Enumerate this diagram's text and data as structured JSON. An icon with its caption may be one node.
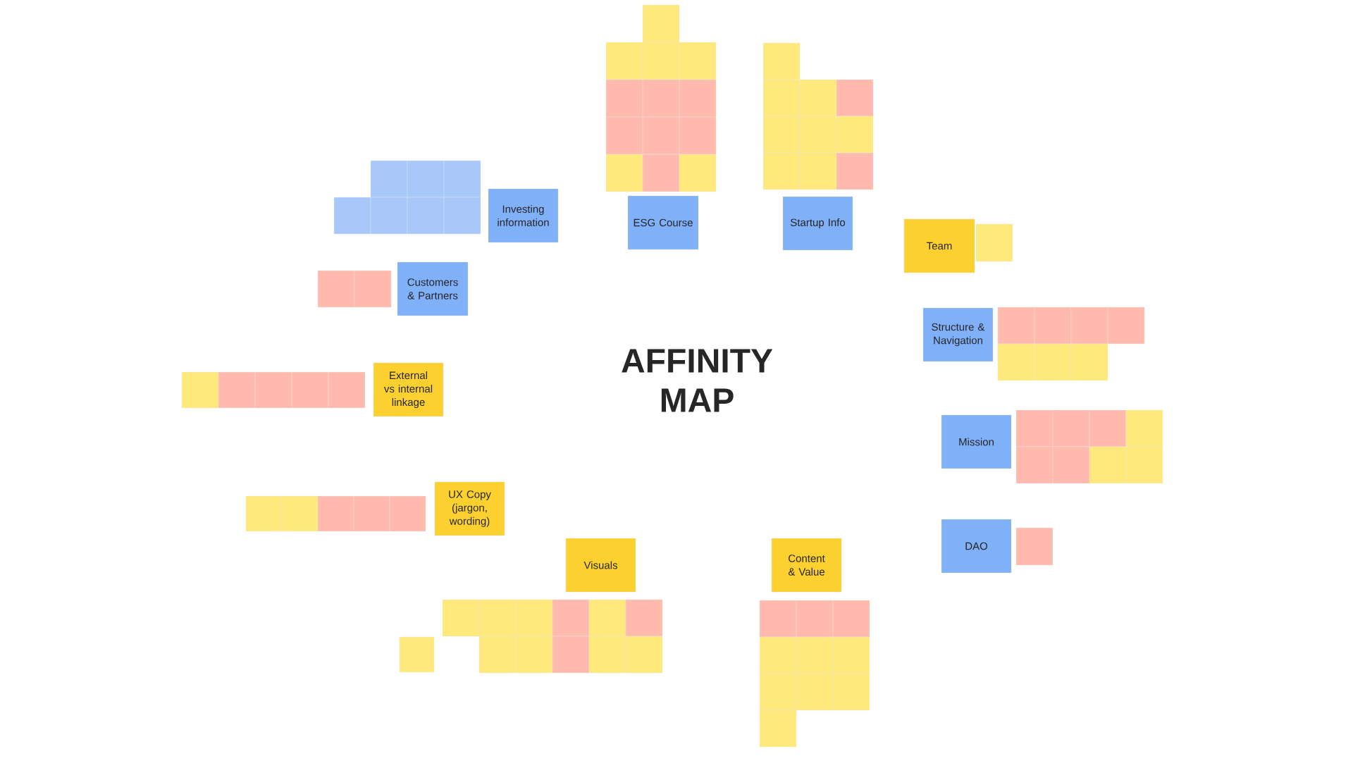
{
  "diagram": {
    "title": "AFFINITY MAP",
    "nodes": [
      {
        "text": [
          "ESG Course"
        ]
      },
      {
        "text": [
          "Startup Info"
        ]
      },
      {
        "text": [
          "Investing information"
        ]
      },
      {
        "text": [
          "Team"
        ]
      },
      {
        "text": [
          "Customers & Partners"
        ]
      },
      {
        "text": [
          "Structure & Navigation"
        ]
      },
      {
        "text": [
          "External vs internal linkage"
        ]
      },
      {
        "text": [
          "Mission"
        ]
      },
      {
        "text": [
          "UX Copy (jargon, wording)"
        ]
      },
      {
        "text": [
          "DAO"
        ]
      },
      {
        "text": [
          "Visuals"
        ]
      },
      {
        "text": [
          "Content & Value"
        ]
      }
    ]
  }
}
